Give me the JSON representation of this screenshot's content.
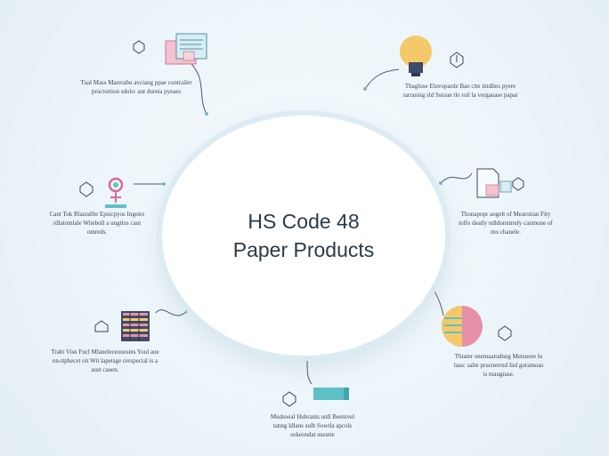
{
  "hub": {
    "line1": "HS Code 48",
    "line2": "Paper Products"
  },
  "nodes": [
    {
      "name": "top-left",
      "icon": "document-icon",
      "text": "Tual Mass Marerabu avciang ppae contrailer proctortion sdolo: aut dureta pyeaes"
    },
    {
      "name": "top-right",
      "icon": "lightbulb-icon",
      "text": "Thagluse Eluvoparde Bao ctte intdlies pyere rarrasing sld Sstoan tlo toil la vergauase papar"
    },
    {
      "name": "mid-left",
      "icon": "flower-icon",
      "text": "Cant Tok Rlasralfte Epsicpyos Ingeire rdlatomlale Witeboll a ungtlos caut omreds."
    },
    {
      "name": "mid-right",
      "icon": "file-icon",
      "text": "Thonapopr aogelt of Mearoitan Fity tolfo deatly ndldonninuly canmone of mo chanele."
    },
    {
      "name": "bottom-left",
      "icon": "paper-stack-icon",
      "text": "Trabi Visn Fucl Mlaneleceonestes Youl aue on-ttphecet oit Wit lapetsge cerspecial is a aust cauen."
    },
    {
      "name": "bottom-right",
      "icon": "roll-icon",
      "text": "Thtater onemaatodnng Metsnore lo laus: salte prucnerrnd Ind goramoas is maugrase."
    },
    {
      "name": "bottom",
      "icon": "tape-icon",
      "text": "Mudsoeal Hubrants unll Beemvel tanng ldlans sulh Sowtla apcols sokeondat sueatte"
    }
  ],
  "colors": {
    "line": "#4a5a66",
    "connector": "#7fb6c7",
    "accent_yellow": "#f5c96a",
    "accent_pink": "#e691a8",
    "accent_teal": "#5fc1c8",
    "accent_navy": "#3f4a6a"
  }
}
